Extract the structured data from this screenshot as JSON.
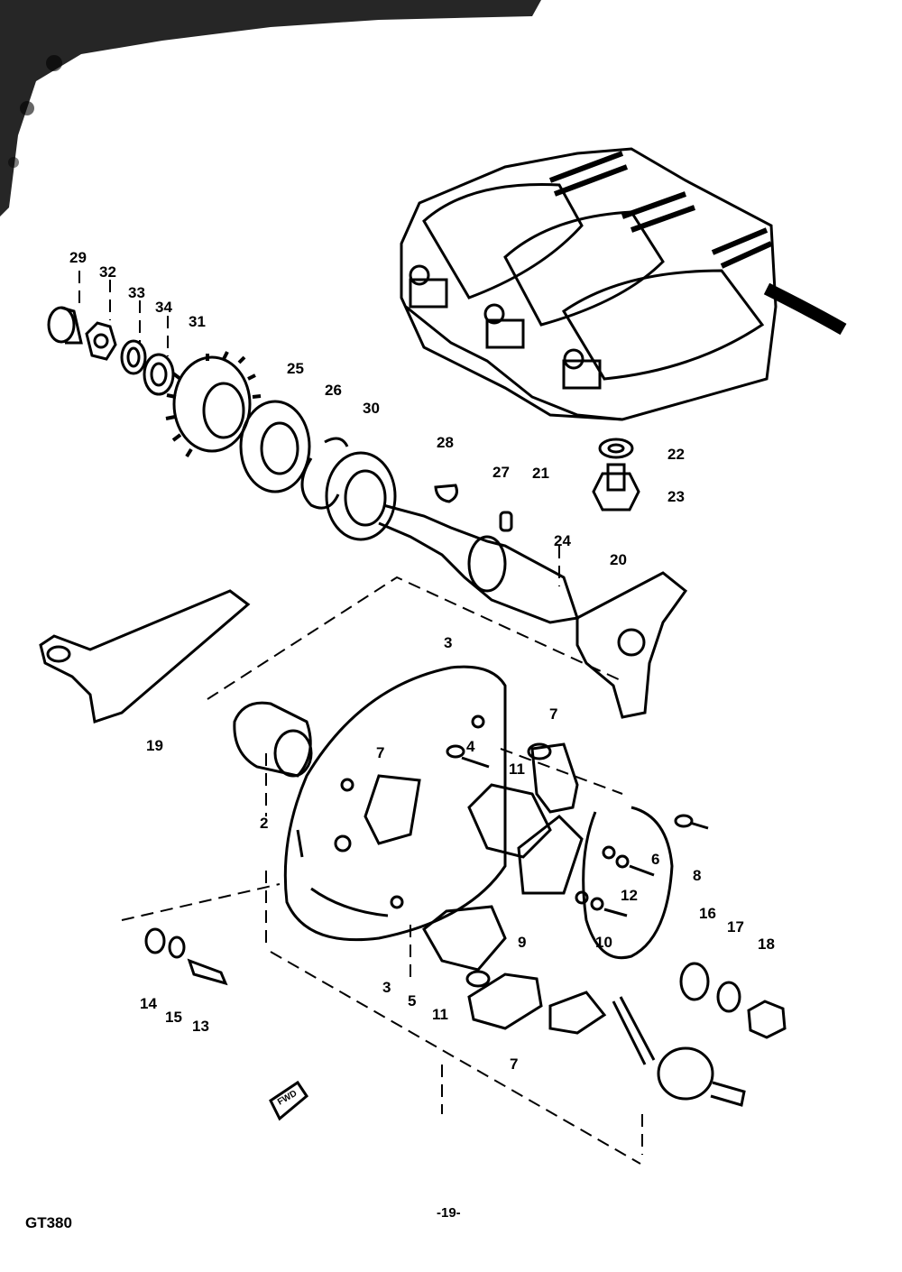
{
  "header": {
    "title": ""
  },
  "footer": {
    "model": "GT380",
    "page": "-19-"
  },
  "parts": {
    "p2": "2",
    "p3a": "3",
    "p3b": "3",
    "p4": "4",
    "p5": "5",
    "p6": "6",
    "p7a": "7",
    "p7b": "7",
    "p7c": "7",
    "p8": "8",
    "p9": "9",
    "p10": "10",
    "p11a": "11",
    "p11b": "11",
    "p12": "12",
    "p13": "13",
    "p14": "14",
    "p15": "15",
    "p16": "16",
    "p17": "17",
    "p18": "18",
    "p19": "19",
    "p20": "20",
    "p21": "21",
    "p22": "22",
    "p23": "23",
    "p24": "24",
    "p25": "25",
    "p26": "26",
    "p27": "27",
    "p28": "28",
    "p29": "29",
    "p30": "30",
    "p31": "31",
    "p32": "32",
    "p33": "33",
    "p34": "34"
  },
  "fwd_mark": "FWD",
  "colors": {
    "ink": "#000000",
    "paper": "#ffffff"
  }
}
